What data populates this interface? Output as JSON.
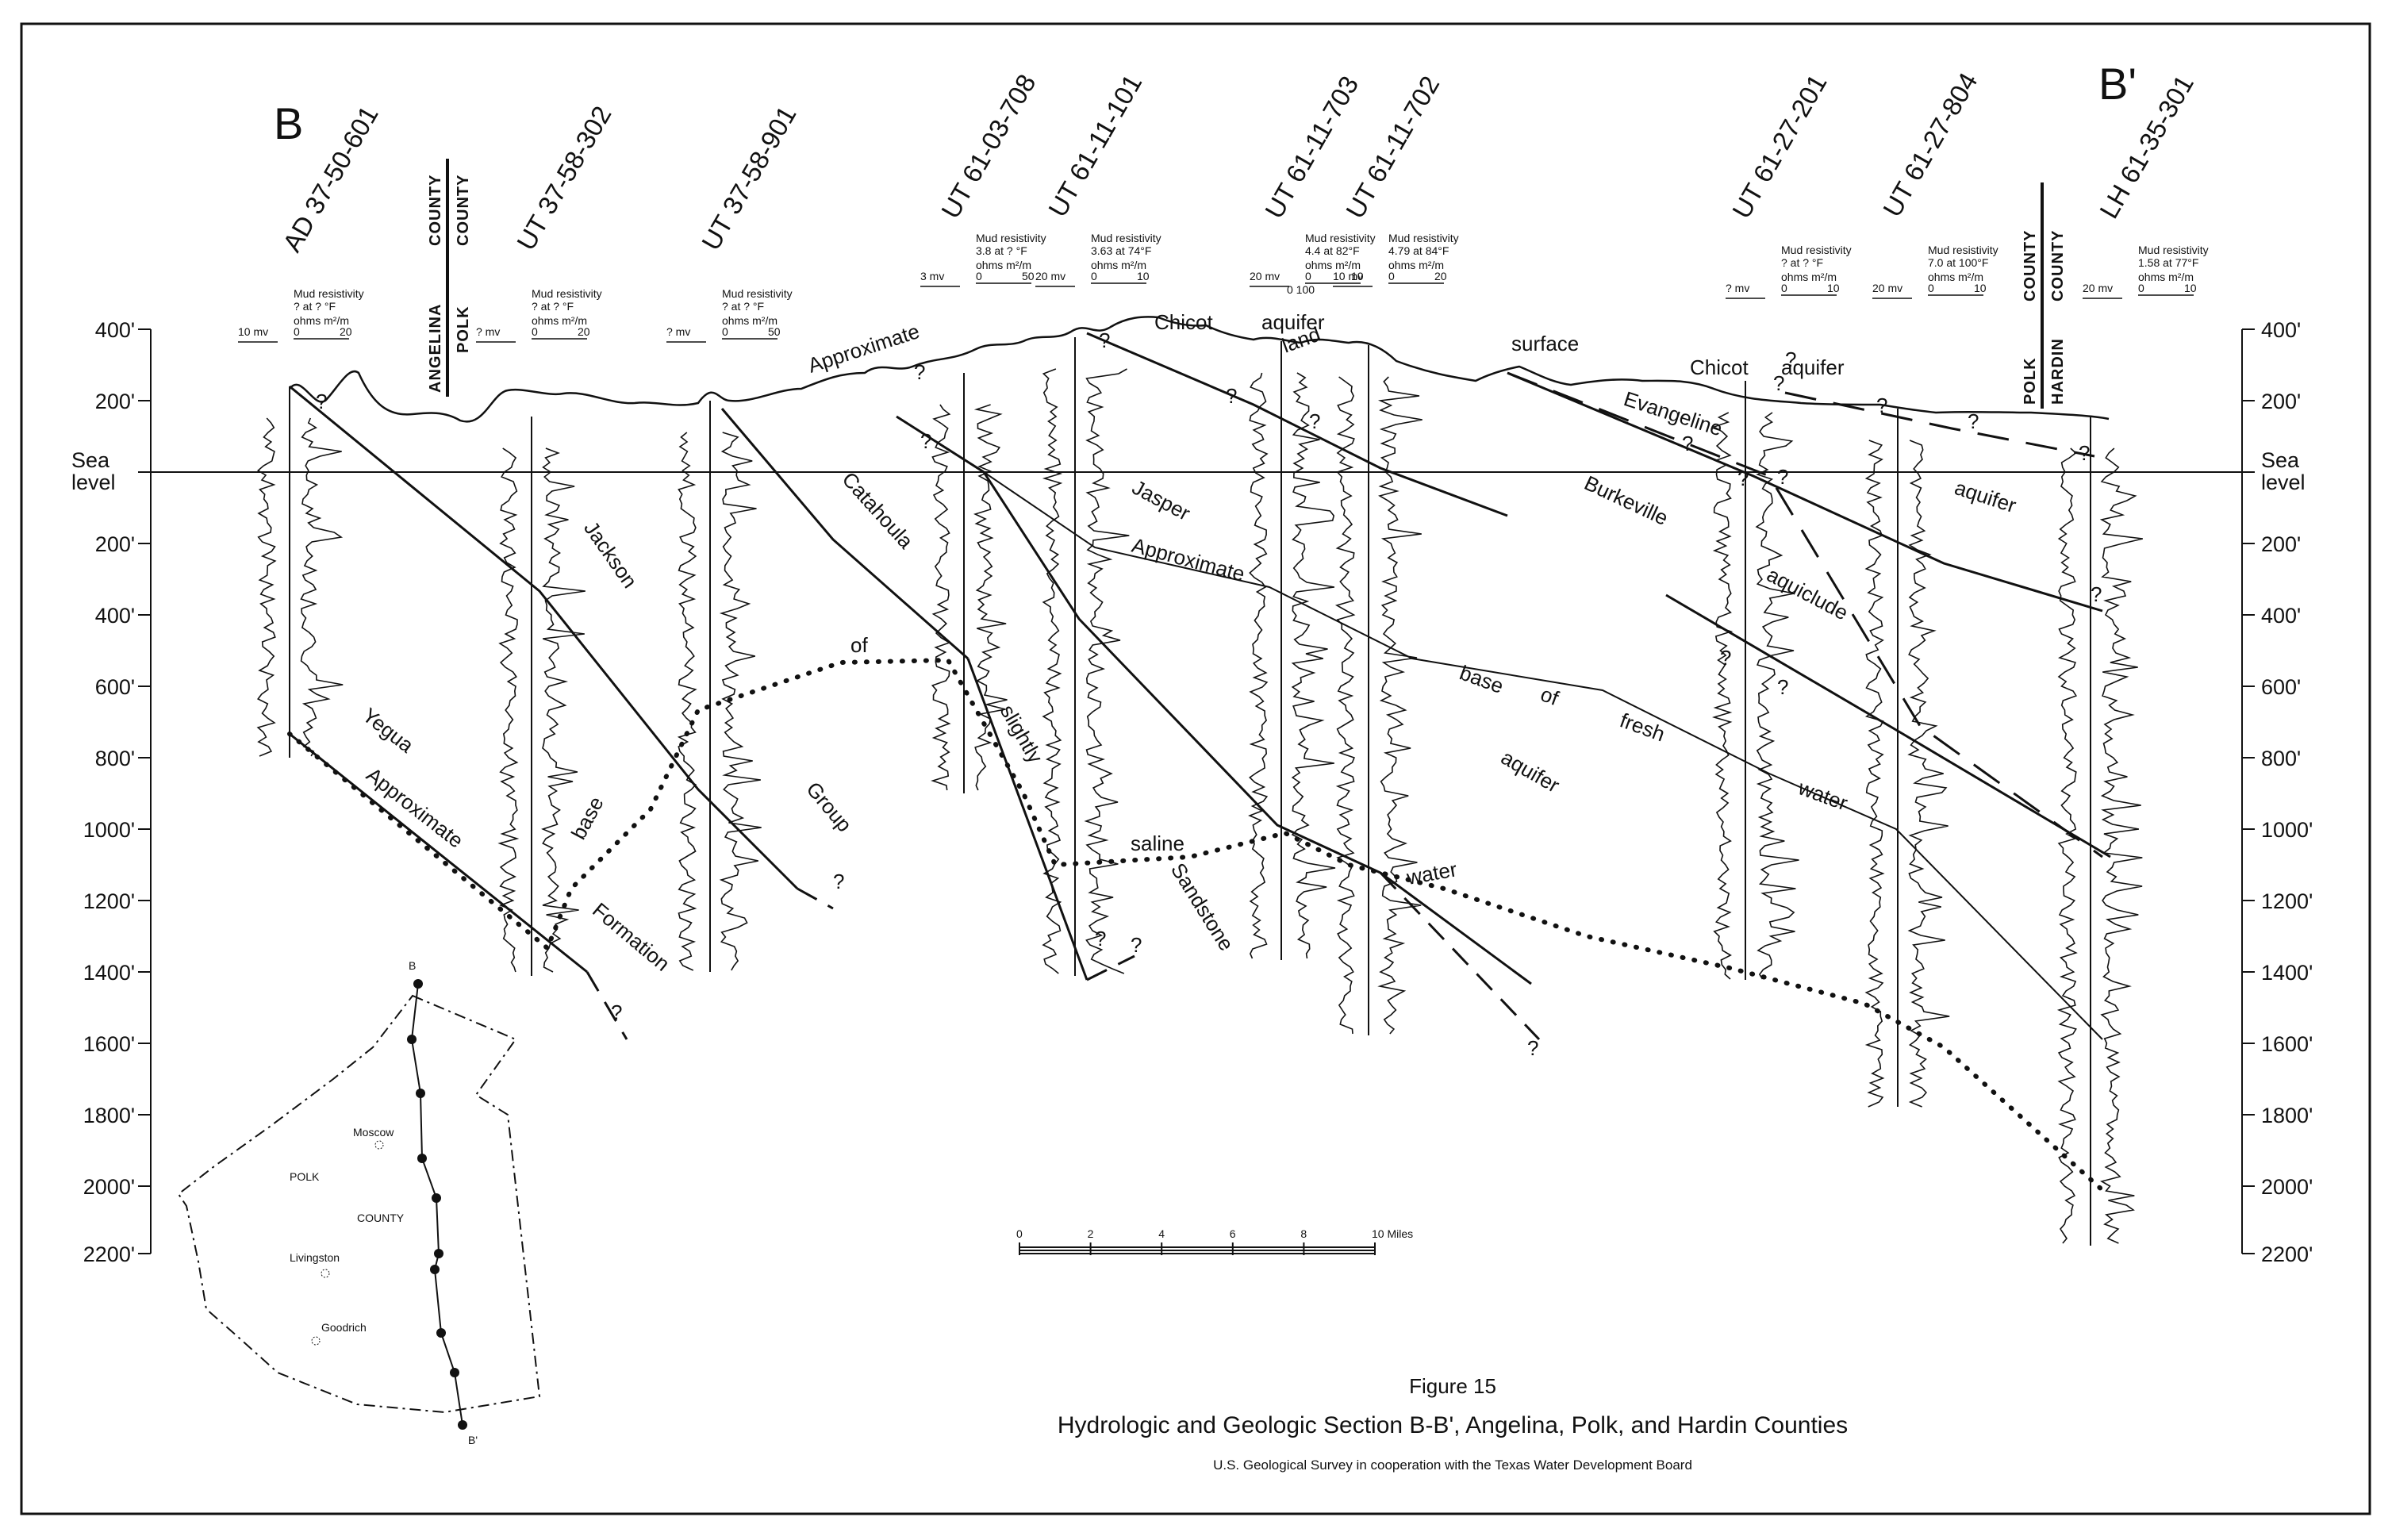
{
  "section": {
    "left_label": "B",
    "right_label": "B'"
  },
  "wells": [
    "AD 37-50-601",
    "UT 37-58-302",
    "UT 37-58-901",
    "UT 61-03-708",
    "UT 61-11-101",
    "UT 61-11-703",
    "UT 61-11-702",
    "UT 61-27-201",
    "UT 61-27-804",
    "LH 61-35-301"
  ],
  "county_lines": [
    {
      "top": "ANGELINA",
      "bottom": "POLK"
    },
    {
      "top": "POLK",
      "bottom": "HARDIN"
    }
  ],
  "county_word": "COUNTY",
  "mud": {
    "title": "Mud resistivity",
    "units": "ohms m²/m",
    "readings": [
      "?  at  ? °F",
      "?  at  ? °F",
      "?  at  ? °F",
      "3.8  at  ? °F",
      "3.63 at 74°F",
      "4.4 at 82°F",
      "4.79 at 84°F",
      "?  at  ? °F",
      "7.0 at 100°F",
      "1.58 at 77°F"
    ],
    "sp_scales": [
      "10 mv",
      "? mv",
      "? mv",
      "3 mv",
      "20 mv",
      "20 mv",
      "10 mv",
      "? mv",
      "20 mv",
      "20 mv"
    ],
    "resistivity_scales": [
      [
        "0",
        "20"
      ],
      [
        "0",
        "20"
      ],
      [
        "0",
        "50"
      ],
      [
        "0",
        "50"
      ],
      [
        "0",
        "10"
      ],
      [
        "0",
        "10"
      ],
      [
        "0",
        "20"
      ],
      [
        "0",
        "10"
      ],
      [
        "0",
        "10"
      ],
      [
        "0",
        "10"
      ]
    ],
    "extra_scale": "0   100"
  },
  "depth_labels": [
    "400'",
    "200'",
    "Sea level",
    "200'",
    "400'",
    "600'",
    "800'",
    "1000'",
    "1200'",
    "1400'",
    "1600'",
    "1800'",
    "2000'",
    "2200'"
  ],
  "sea_word": "Sea",
  "level_word": "level",
  "units": [
    "Jackson",
    "Group",
    "Catahoula",
    "Sandstone",
    "Jasper",
    "aquifer",
    "Burkeville",
    "aquiclude",
    "Evangeline",
    "aquifer",
    "Chicot",
    "aquifer",
    "Chicot",
    "aquifer",
    "Yegua",
    "Formation"
  ],
  "annotations": [
    "Approximate",
    "Approximate",
    "Approximate",
    "land",
    "surface",
    "base",
    "of",
    "slightly",
    "saline",
    "water",
    "base",
    "of",
    "fresh",
    "water"
  ],
  "question_mark": "?",
  "scale_bar": {
    "ticks": [
      "0",
      "2",
      "4",
      "6",
      "8",
      "10 Miles"
    ]
  },
  "inset_map": {
    "top_label": "B",
    "bottom_label": "B'",
    "polk": "POLK",
    "county": "COUNTY",
    "towns": [
      "Moscow",
      "Livingston",
      "Goodrich"
    ]
  },
  "caption": {
    "figure": "Figure 15",
    "title": "Hydrologic and Geologic Section B-B', Angelina, Polk, and Hardin Counties",
    "credit": "U.S. Geological Survey in cooperation with the Texas Water Development Board"
  }
}
